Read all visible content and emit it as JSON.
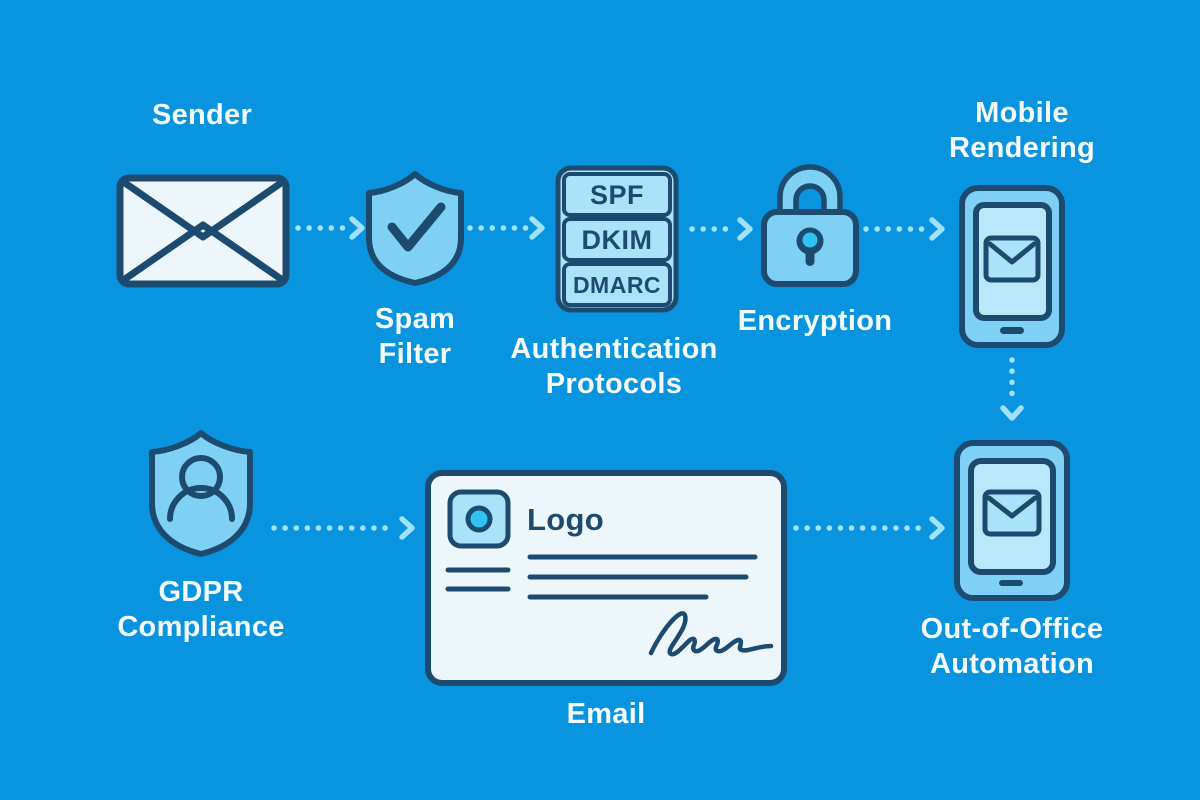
{
  "colors": {
    "bg": "#0994e0",
    "navy": "#1d4b70",
    "icon-light": "#7ed0f4",
    "icon-lighter": "#a9e2f9",
    "screen": "#b9e8fb",
    "card": "#edf6fa",
    "accent-cyan": "#2fc2f2",
    "arrow": "#9fe2fa",
    "text": "#f4fbfe"
  },
  "nodes": {
    "sender": {
      "label": "Sender"
    },
    "spam_filter": {
      "lines": [
        "Spam",
        "Filter"
      ]
    },
    "auth_protocols": {
      "lines": [
        "Authentication",
        "Protocols"
      ],
      "rows": [
        "SPF",
        "DKIM",
        "DMARC"
      ]
    },
    "encryption": {
      "label": "Encryption"
    },
    "mobile_rendering": {
      "lines": [
        "Mobile",
        "Rendering"
      ]
    },
    "gdpr_compliance": {
      "lines": [
        "GDPR",
        "Compliance"
      ]
    },
    "email": {
      "label": "Email",
      "logo_text": "Logo"
    },
    "out_of_office": {
      "lines": [
        "Out-of-Office",
        "Automation"
      ]
    }
  }
}
